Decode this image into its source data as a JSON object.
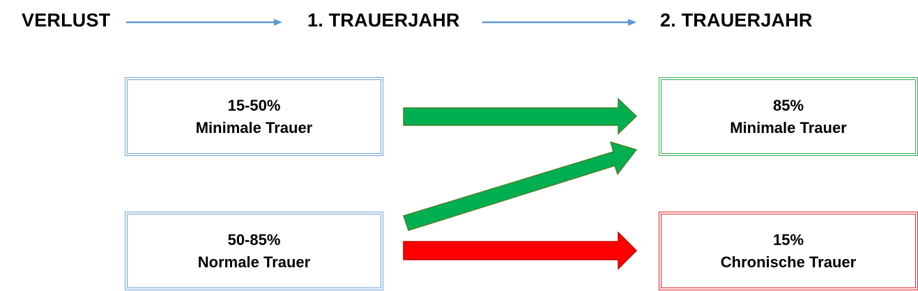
{
  "headers": {
    "loss": "VERLUST",
    "year1": "1. TRAUERJAHR",
    "year2": "2. TRAUERJAHR"
  },
  "year1_boxes": [
    {
      "percent": "15-50%",
      "label": "Minimale Trauer"
    },
    {
      "percent": "50-85%",
      "label": "Normale Trauer"
    }
  ],
  "year2_boxes": [
    {
      "percent": "85%",
      "label": "Minimale Trauer"
    },
    {
      "percent": "15%",
      "label": "Chronische Trauer"
    }
  ],
  "colors": {
    "header_arrow": "#5b9bd5",
    "year1_border": "#6a9fd4",
    "green_arrow": "#00b050",
    "green_arrow_outline": "#4f7f2a",
    "red_arrow": "#ff0000",
    "red_arrow_outline": "#c00000",
    "year2_min_border": "#2eb04d",
    "year2_chronic_border": "#e8202a"
  }
}
